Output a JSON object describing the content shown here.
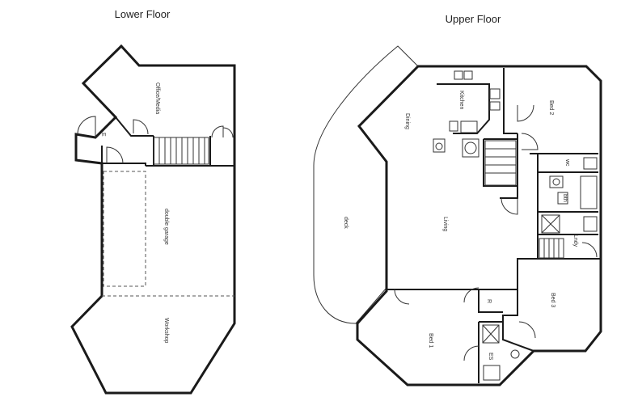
{
  "floors": {
    "lower": {
      "title": "Lower Floor",
      "rooms": {
        "office_media": "Office/Media",
        "entry": "E",
        "double_garage": "double garage",
        "workshop": "Workshop"
      }
    },
    "upper": {
      "title": "Upper Floor",
      "rooms": {
        "kitchen": "Kitchen",
        "dining": "Dining",
        "bed2": "Bed 2",
        "wc": "wc",
        "bathroom": "bth",
        "laundry": "Lndy",
        "living": "Living",
        "deck": "deck",
        "robe": "R",
        "bed1": "Bed 1",
        "ensuite": "ES",
        "bed3": "Bed 3"
      }
    }
  }
}
